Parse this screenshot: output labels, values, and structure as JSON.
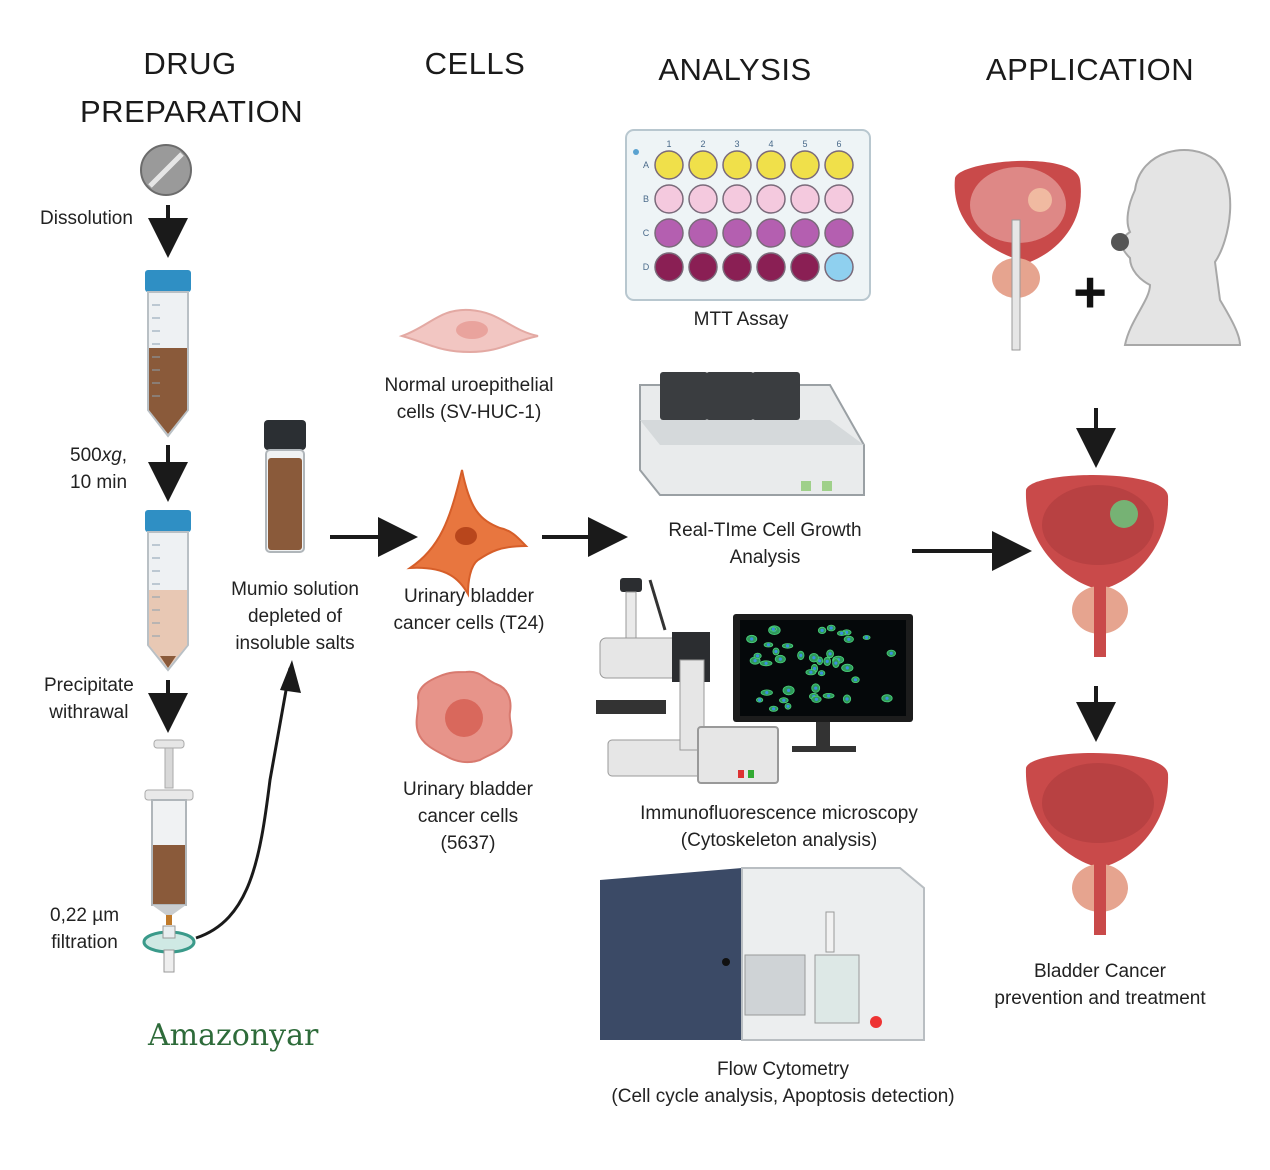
{
  "headers": {
    "drug_preparation": [
      "DRUG",
      "PREPARATION"
    ],
    "cells": "CELLS",
    "analysis": "ANALYSIS",
    "application": "APPLICATION"
  },
  "drug_steps": {
    "dissolution": "Dissolution",
    "centrifuge_1": "500xg,",
    "centrifuge_2": "10 min",
    "precipitate_1": "Precipitate",
    "precipitate_2": "withrawal",
    "filtration_1": "0,22 µm",
    "filtration_2": "filtration",
    "solution": [
      "Mumio solution",
      "depleted of",
      "insoluble salts"
    ]
  },
  "logo": "Amazonyar",
  "cells": {
    "normal": [
      "Normal uroepithelial",
      "cells (SV-HUC-1)"
    ],
    "t24": [
      "Urinary bladder",
      "cancer cells (T24)"
    ],
    "c5637": [
      "Urinary bladder",
      "cancer cells",
      "(5637)"
    ]
  },
  "analysis": {
    "mtt": "MTT Assay",
    "plate_cols": [
      "1",
      "2",
      "3",
      "4",
      "5",
      "6"
    ],
    "plate_rows": [
      "A",
      "B",
      "C",
      "D"
    ],
    "realtime": [
      "Real-TIme Cell Growth",
      "Analysis"
    ],
    "immuno": [
      "Immunofluorescence microscopy",
      "(Cytoskeleton analysis)"
    ],
    "flow": [
      "Flow Cytometry",
      "(Cell cycle analysis, Apoptosis detection)"
    ]
  },
  "application": {
    "plus": "+",
    "result": [
      "Bladder Cancer",
      "prevention and treatment"
    ]
  },
  "colors": {
    "tube_cap": "#2f8fc4",
    "tube_liquid": "#8a5a3a",
    "arrow": "#1a1a1a",
    "cell_normal": "#f2c6c2",
    "cell_t24": "#e8763f",
    "cell_5637": "#e7948a",
    "bladder": "#c94a4a",
    "mtt_yellow": "#f0e04a",
    "mtt_pink": "#f4c9de",
    "mtt_purple": "#b45fb0",
    "mtt_dark": "#8a1f54",
    "mtt_blue": "#8fd0ef",
    "logo": "#2e6b3a"
  }
}
